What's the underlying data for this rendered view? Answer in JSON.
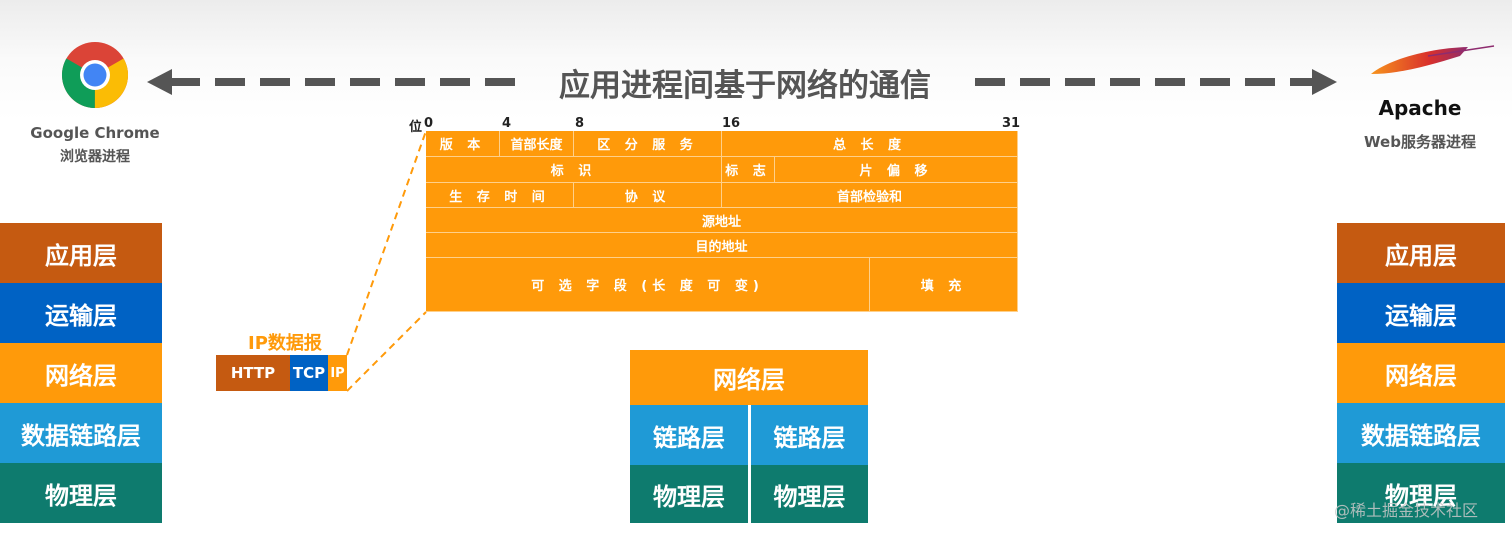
{
  "title": "应用进程间基于网络的通信",
  "client": {
    "name": "Google Chrome",
    "role": "浏览器进程",
    "icon": "chrome-logo-icon"
  },
  "server": {
    "name": "Apache",
    "role": "Web服务器进程",
    "icon": "apache-feather-icon"
  },
  "layers": [
    "应用层",
    "运输层",
    "网络层",
    "数据链路层",
    "物理层"
  ],
  "layer_colors": {
    "application": "#c55a11",
    "transport": "#0062c4",
    "network": "#ff9a0a",
    "datalink": "#1f9ad6",
    "physical": "#0e7b6e"
  },
  "datagram": {
    "label": "IP数据报",
    "parts": [
      "HTTP",
      "TCP",
      "IP"
    ]
  },
  "ip_header": {
    "bit_label": "位",
    "ticks": [
      "0",
      "4",
      "8",
      "16",
      "31"
    ],
    "fields": [
      "版 本",
      "首部长度",
      "区 分 服 务",
      "总 长 度",
      "标 识",
      "标 志",
      "片 偏 移",
      "生 存 时 间",
      "协 议",
      "首部检验和",
      "源地址",
      "目的地址",
      "可 选 字 段 (长 度 可 变)",
      "填 充"
    ]
  },
  "router": {
    "network": "网络层",
    "links": [
      "链路层",
      "链路层"
    ],
    "physical": [
      "物理层",
      "物理层"
    ]
  },
  "watermark": "@稀土掘金技术社区"
}
